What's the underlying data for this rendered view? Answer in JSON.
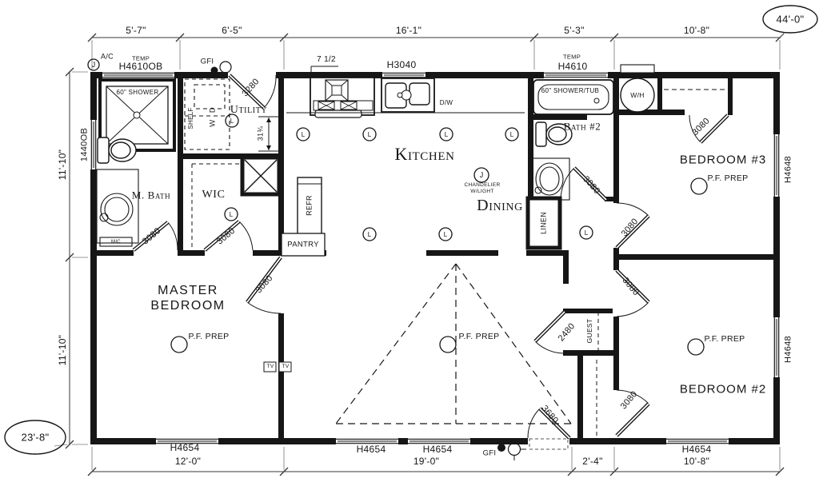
{
  "overall": {
    "width": "44'-0\"",
    "depth": "23'-8\""
  },
  "dims_top": [
    "5'-7\"",
    "6'-5\"",
    "16'-1\"",
    "5'-3\"",
    "10'-8\""
  ],
  "dims_left": [
    "11'-10\"",
    "11'-10\""
  ],
  "dims_bottom": [
    "12'-0\"",
    "19'-0\"",
    "2'-4\"",
    "10'-8\""
  ],
  "dims_misc": {
    "island_gap": "7 1/2",
    "utility_depth": "31¾"
  },
  "rooms": {
    "kitchen": "Kitchen",
    "dining": "Dining",
    "utility": "Utility",
    "wic": "WIC",
    "m_bath": "M. Bath",
    "bath2": "Bath #2",
    "master1": "MASTER",
    "master2": "BEDROOM",
    "bedroom2": "BEDROOM #2",
    "bedroom3": "BEDROOM #3"
  },
  "windows": {
    "h4610ob": "H4610OB",
    "h4610": "H4610",
    "h3040": "H3040",
    "h4654": "H4654",
    "h4648": "H4648",
    "ob1440": "1440OB"
  },
  "doors": {
    "d3280": "3280",
    "d3080": "3080",
    "d2480": "2480",
    "d3680": "3680"
  },
  "fixtures": {
    "shower": "60\" SHOWER",
    "shower_tub": "60\" SHOWER/TUB",
    "water_heater": "W/H",
    "refrigerator": "REFR",
    "pantry": "PANTRY",
    "linen": "LINEN",
    "guest": "GUEST",
    "shelf": "SHELF",
    "washer_dryer": "W D",
    "dishwasher": "D/W",
    "medicine_cabinet": "MIC",
    "tv": "TV",
    "ac": "A/C",
    "temp": "TEMP",
    "gfi": "GFI",
    "chand1": "CHANDELIER",
    "chand2": "W/LIGHT",
    "pf_prep": "P.F. PREP",
    "light": "L",
    "junction": "J"
  }
}
